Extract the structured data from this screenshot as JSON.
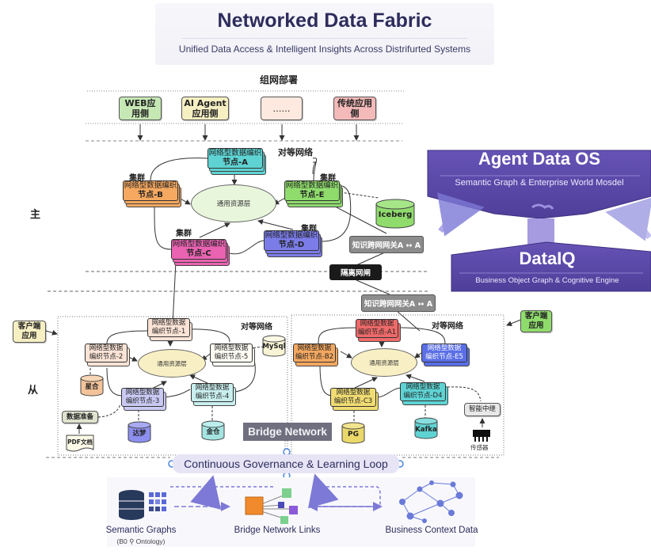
{
  "header": {
    "title": "Networked Data Fabric",
    "subtitle": "Unified Data Access & Intelligent Insights Across Distrifurted Systems"
  },
  "deployment": {
    "title": "组网部署",
    "apps": [
      {
        "label_line1": "WEB应",
        "label_line2": "用侧",
        "color": "#c6e8b4"
      },
      {
        "label_line1": "AI Agent",
        "label_line2": "应用侧",
        "color": "#f6efc2"
      },
      {
        "label_line1": "……",
        "label_line2": "",
        "color": "#fde9df"
      },
      {
        "label_line1": "传统应用",
        "label_line2": "侧",
        "color": "#f4b9b9"
      }
    ]
  },
  "zones": {
    "primary": "主",
    "secondary": "从"
  },
  "primary_cluster": {
    "peer_network_label": "对等网络",
    "cluster_label": "集群",
    "resource_layer": "通用资源层",
    "nodes": [
      {
        "id": "A",
        "line1": "网络型数据编织",
        "line2": "节点-A",
        "color": "#5fd3d3"
      },
      {
        "id": "B",
        "line1": "网络型数据编织",
        "line2": "节点-B",
        "color": "#f4a860"
      },
      {
        "id": "C",
        "line1": "网络型数据编织",
        "line2": "节点-C",
        "color": "#e963b2"
      },
      {
        "id": "D",
        "line1": "网络型数据编织",
        "line2": "节点-D",
        "color": "#7b7ce8"
      },
      {
        "id": "E",
        "line1": "网络型数据编织",
        "line2": "节点-E",
        "color": "#8fdc6c"
      }
    ],
    "iceberg_label": "Iceberg",
    "gateway_label": "知识跨网网关A ↔ A",
    "isolation_label": "隔离网闸"
  },
  "secondary_gateway_label": "知识跨网网关A ↔ A",
  "secondary_left": {
    "peer_network_label": "对等网络",
    "resource_layer": "通用资源层",
    "client_app": {
      "line1": "客户端",
      "line2": "应用"
    },
    "nodes": [
      {
        "id": "1",
        "line1": "网络型数据",
        "line2": "编织节点-1",
        "color": "#fbe3d6"
      },
      {
        "id": "2",
        "line1": "网络型数据",
        "line2": "编织节点-2",
        "color": "#fbe3d6"
      },
      {
        "id": "3",
        "line1": "网络型数据",
        "line2": "编织节点-3",
        "color": "#c9c9f3"
      },
      {
        "id": "4",
        "line1": "网络型数据",
        "line2": "编织节点-4",
        "color": "#c9eeee"
      },
      {
        "id": "5",
        "line1": "网络型数据",
        "line2": "编织节点-5",
        "color": "#fdfbf2"
      }
    ],
    "databases": [
      {
        "label": "达梦",
        "color": "#8d8ff0"
      },
      {
        "label": "金仓",
        "color": "#a3e4e1"
      },
      {
        "label": "MySql",
        "color": "#f7f3d4"
      },
      {
        "label": "星合",
        "color": "#f4c39a"
      }
    ],
    "data_prep": "数据准备",
    "pdf_doc": "PDF文档"
  },
  "secondary_right": {
    "peer_network_label": "对等网络",
    "resource_layer": "通用资源层",
    "client_app": {
      "line1": "客户端",
      "line2": "应用"
    },
    "nodes": [
      {
        "id": "A1",
        "line1": "网络型数据",
        "line2": "编织节点-A1",
        "color": "#ee6a6a"
      },
      {
        "id": "B2",
        "line1": "网络型数据",
        "line2": "编织节点-B2",
        "color": "#f4a860"
      },
      {
        "id": "C3",
        "line1": "网络型数据",
        "line2": "编织节点-C3",
        "color": "#f0dc72"
      },
      {
        "id": "D4",
        "line1": "网络型数据",
        "line2": "编织节点-D4",
        "color": "#5fd3d3"
      },
      {
        "id": "E5",
        "line1": "网络型数据",
        "line2": "编织节点-E5",
        "color": "#5a6ee6"
      }
    ],
    "databases": [
      {
        "label": "PG",
        "color": "#ead86a"
      },
      {
        "label": "Kafka",
        "color": "#5fd3d3"
      }
    ],
    "smart_relay": "智能中继",
    "sensor": "传感器"
  },
  "agent_os": {
    "title": "Agent Data OS",
    "subtitle": "Semantic Graph & Enterprise World Mosdel",
    "color": "#5d4aa8"
  },
  "dataiq": {
    "title": "DataIQ",
    "subtitle": "Business Object Graph & Cognitive Engine",
    "color": "#5d4aa8"
  },
  "bridge": {
    "network_label": "Bridge Network",
    "loop_label": "Continuous Governance & Learning Loop",
    "items": [
      {
        "label": "Semantic Graphs",
        "sublabel": "(B0 ⚲ Ontology)"
      },
      {
        "label": "Bridge Network Links",
        "sublabel": ""
      },
      {
        "label": "Business Context Data",
        "sublabel": ""
      }
    ]
  }
}
